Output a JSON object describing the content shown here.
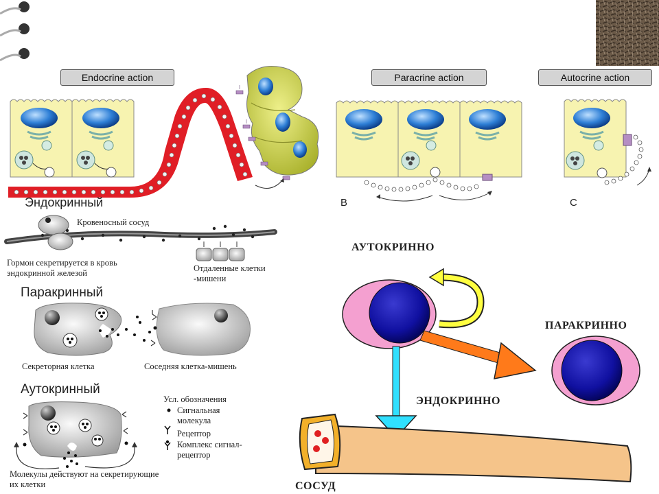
{
  "top_panel": {
    "endocrine_label": "Endocrine action",
    "paracrine_label": "Paracrine action",
    "autocrine_label": "Autocrine action",
    "endocrine_ru": "Эндокринный",
    "letter_b": "В",
    "letter_c": "С"
  },
  "left_panel": {
    "vessel_label": "Кровеносный сосуд",
    "hormone_caption": "Гормон секретируется в кровь эндокринной железой",
    "distant_cells": "Отдаленные клетки -мишени",
    "paracrine_title": "Паракринный",
    "secretory_cell": "Секреторная клетка",
    "neighbor_cell": "Соседняя клетка-мишень",
    "autocrine_title": "Аутокринный",
    "autocrine_caption": "Молекулы действуют на секретирующие их клетки",
    "legend": {
      "title": "Усл. обозначения",
      "signal": "Сигнальная молекула",
      "receptor": "Рецептор",
      "complex": "Комплекс сигнал-рецептор"
    }
  },
  "right_panel": {
    "autocrine": "АУТОКРИННО",
    "paracrine": "ПАРАКРИННО",
    "endocrine": "ЭНДОКРИННО",
    "vessel": "СОСУД"
  }
}
